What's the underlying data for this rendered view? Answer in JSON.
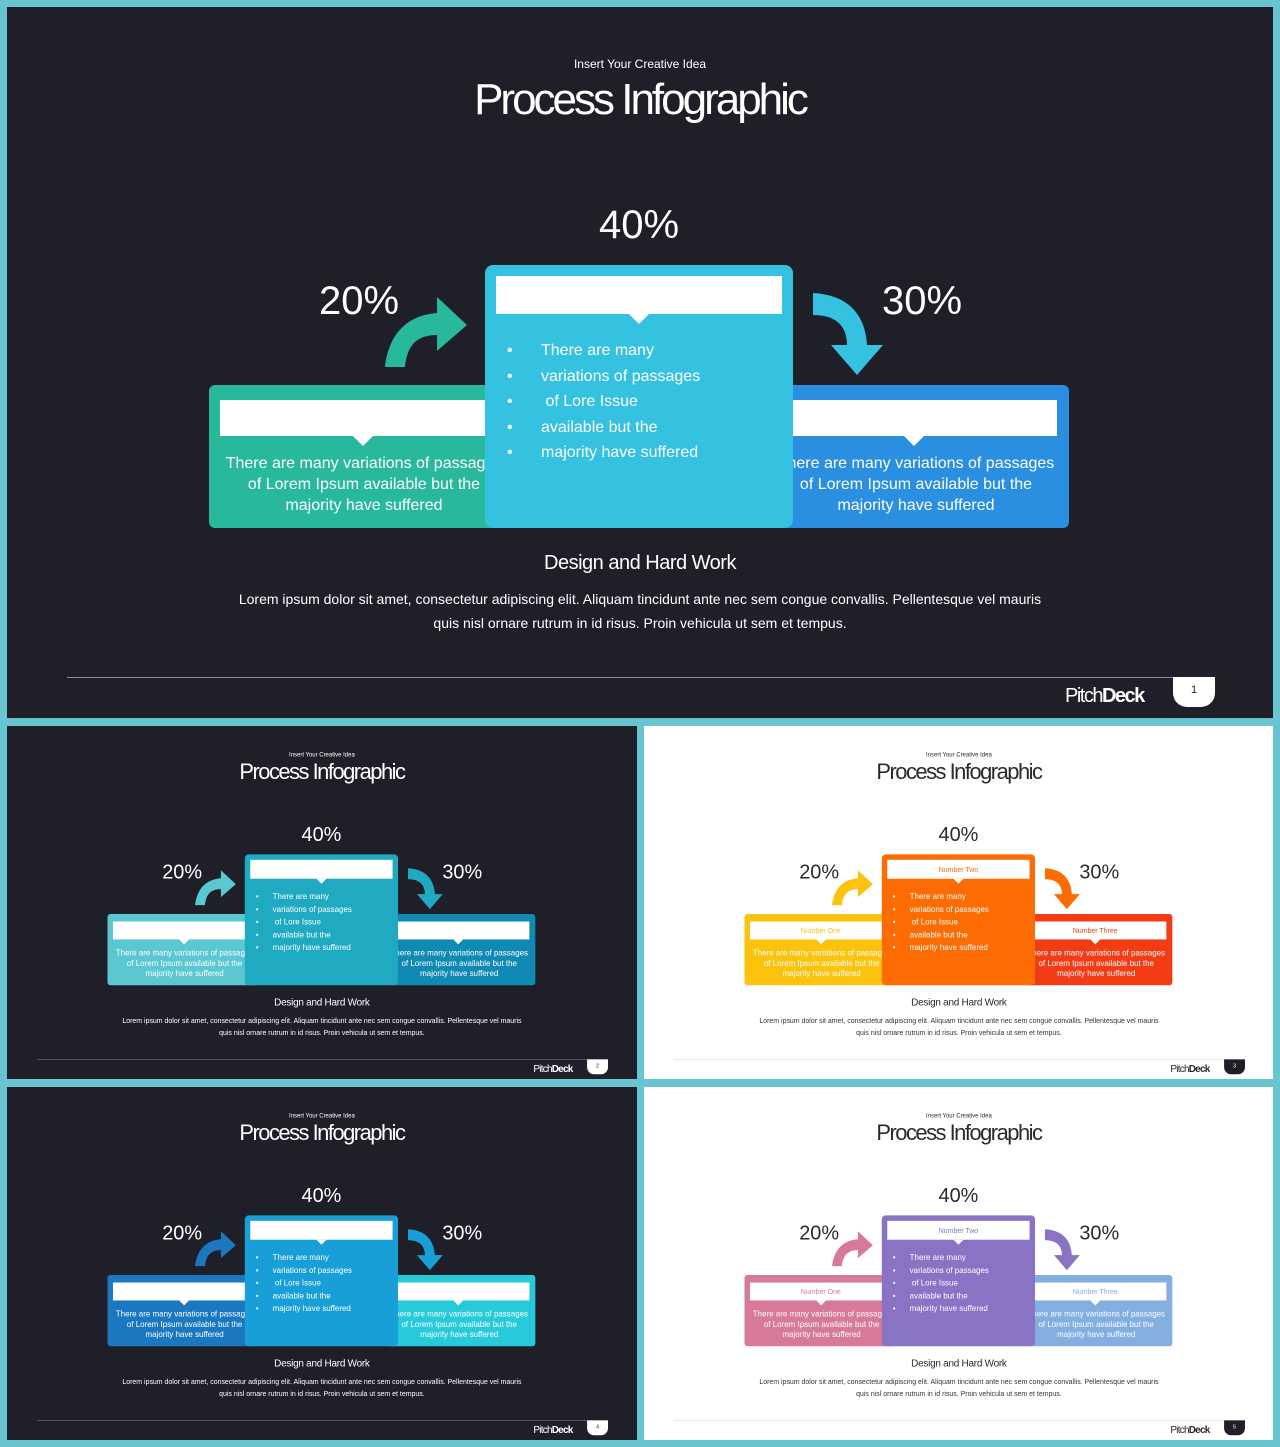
{
  "slides": [
    {
      "id": "s1",
      "theme": "dark",
      "page": "1",
      "colors": {
        "left": "#28b89c",
        "center": "#35c2e0",
        "right": "#2a8fe0",
        "arrow_left": "#28b89c",
        "arrow_right": "#35c2e0"
      },
      "bar_labels": [
        "",
        "",
        ""
      ]
    },
    {
      "id": "s2",
      "theme": "dark",
      "page": "2",
      "colors": {
        "left": "#5ac7d1",
        "center": "#1faac1",
        "right": "#1089b3",
        "arrow_left": "#5ac7d1",
        "arrow_right": "#1faac1"
      },
      "bar_labels": [
        "",
        "",
        ""
      ]
    },
    {
      "id": "s3",
      "theme": "light",
      "page": "3",
      "colors": {
        "left": "#fbc20e",
        "center": "#fd6b03",
        "right": "#f23c15",
        "arrow_left": "#fbc20e",
        "arrow_right": "#fd6b03"
      },
      "bar_labels": [
        "Number One",
        "Number Two",
        "Number Three"
      ]
    },
    {
      "id": "s4",
      "theme": "dark",
      "page": "4",
      "colors": {
        "left": "#1b78c0",
        "center": "#199fd8",
        "right": "#26cadb",
        "arrow_left": "#1b78c0",
        "arrow_right": "#199fd8"
      },
      "bar_labels": [
        "",
        "",
        ""
      ]
    },
    {
      "id": "s5",
      "theme": "light",
      "page": "5",
      "colors": {
        "left": "#d6799a",
        "center": "#8a72c4",
        "right": "#82aee0",
        "arrow_left": "#d6799a",
        "arrow_right": "#8a72c4"
      },
      "bar_labels": [
        "Number One",
        "Number Two",
        "Number Three"
      ]
    }
  ],
  "content": {
    "subtitle": "Insert Your Creative Idea",
    "title": "Process Infographic",
    "pct_left": "20%",
    "pct_center": "40%",
    "pct_right": "30%",
    "side_text": "There are many variations of passages of Lorem Ipsum available but the majority have suffered",
    "bullets": [
      "There are many",
      "variations of passages",
      " of Lore Issue",
      "available but the",
      "majority have suffered"
    ],
    "caption_title": "Design and Hard Work",
    "caption_body": "Lorem ipsum dolor sit amet, consectetur adipiscing elit. Aliquam tincidunt ante nec sem congue convallis. Pellentesque vel mauris quis nisl ornare rutrum in id risus. Proin vehicula ut sem et tempus.",
    "brand_thin": "Pitch",
    "brand_bold": "Deck"
  }
}
